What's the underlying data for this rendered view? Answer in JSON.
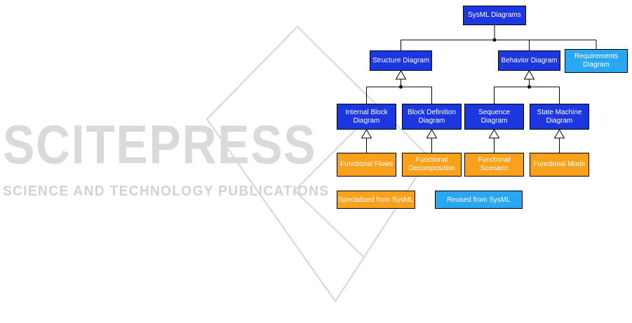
{
  "watermark": {
    "logo_text": "SCITEPRESS",
    "tagline": "SCIENCE AND TECHNOLOGY PUBLICATIONS"
  },
  "diagram": {
    "root": {
      "label": "SysML Diagrams",
      "style": "blue"
    },
    "level1": [
      {
        "label": "Structure Diagram",
        "style": "blue"
      },
      {
        "label": "Behavior Diagram",
        "style": "blue"
      },
      {
        "label": "Requirements Diagram",
        "style": "light_blue"
      }
    ],
    "level2": [
      {
        "label": "Internal Block Diagram",
        "style": "blue",
        "parent": "Structure Diagram"
      },
      {
        "label": "Block Definition Diagram",
        "style": "blue",
        "parent": "Structure Diagram"
      },
      {
        "label": "Sequence Diagram",
        "style": "blue",
        "parent": "Behavior Diagram"
      },
      {
        "label": "State Machine Diagram",
        "style": "blue",
        "parent": "Behavior Diagram"
      }
    ],
    "level3": [
      {
        "label": "Functional Flows",
        "style": "orange",
        "parent": "Internal Block Diagram"
      },
      {
        "label": "Functional Decomposition",
        "style": "orange",
        "parent": "Block Definition Diagram"
      },
      {
        "label": "Functional Scenario",
        "style": "orange",
        "parent": "Sequence Diagram"
      },
      {
        "label": "Functional Mode",
        "style": "orange",
        "parent": "State Machine Diagram"
      }
    ],
    "legend": [
      {
        "label": "Specialized from SysML",
        "style": "orange"
      },
      {
        "label": "Reused from SysML",
        "style": "light_blue"
      }
    ]
  },
  "colors": {
    "blue": "#1C36E0",
    "light_blue": "#2AA7F2",
    "orange": "#F9A11B",
    "watermark_gray": "#DADADA"
  }
}
